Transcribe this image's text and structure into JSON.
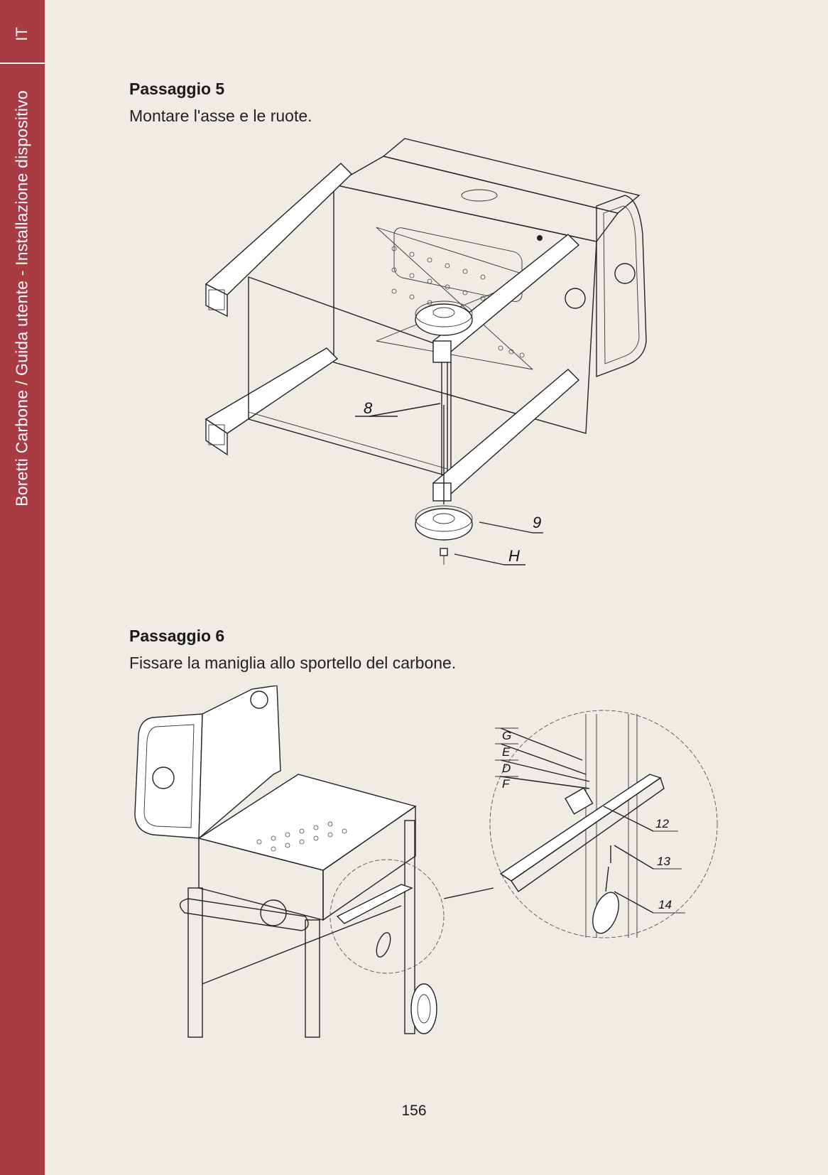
{
  "sidebar": {
    "language": "IT",
    "title": "Boretti Carbone / Guida utente - Installazione dispositivo",
    "color": "#a83c42"
  },
  "step5": {
    "title": "Passaggio 5",
    "text": "Montare l'asse e le ruote.",
    "callouts": {
      "axle": "8",
      "wheel": "9",
      "nut": "H"
    }
  },
  "step6": {
    "title": "Passaggio 6",
    "text": "Fissare la maniglia allo sportello del carbone.",
    "callouts": {
      "g": "G",
      "e": "E",
      "d": "D",
      "f": "F",
      "bracket": "12",
      "screw": "13",
      "handle": "14"
    }
  },
  "page_number": "156"
}
